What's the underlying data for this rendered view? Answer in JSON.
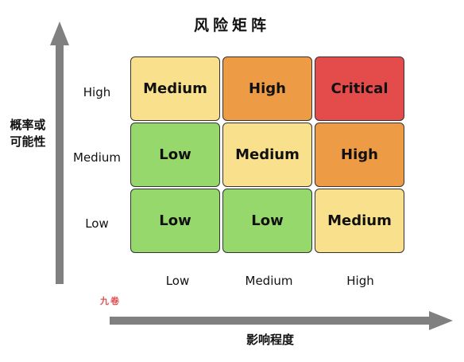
{
  "title": "风险矩阵",
  "y_axis": {
    "label": "概率或可能性",
    "label_lines": [
      "概率或",
      "可能性"
    ]
  },
  "x_axis": {
    "label": "影响程度"
  },
  "row_labels": [
    "High",
    "Medium",
    "Low"
  ],
  "col_labels": [
    "Low",
    "Medium",
    "High"
  ],
  "cells": [
    [
      {
        "text": "Medium",
        "color": "#f9e08c"
      },
      {
        "text": "High",
        "color": "#ee9b46"
      },
      {
        "text": "Critical",
        "color": "#e44b4b"
      }
    ],
    [
      {
        "text": "Low",
        "color": "#96d86c"
      },
      {
        "text": "Medium",
        "color": "#f9e08c"
      },
      {
        "text": "High",
        "color": "#ee9b46"
      }
    ],
    [
      {
        "text": "Low",
        "color": "#96d86c"
      },
      {
        "text": "Low",
        "color": "#96d86c"
      },
      {
        "text": "Medium",
        "color": "#f9e08c"
      }
    ]
  ],
  "arrow_color": "#808080",
  "watermark": "九卷"
}
